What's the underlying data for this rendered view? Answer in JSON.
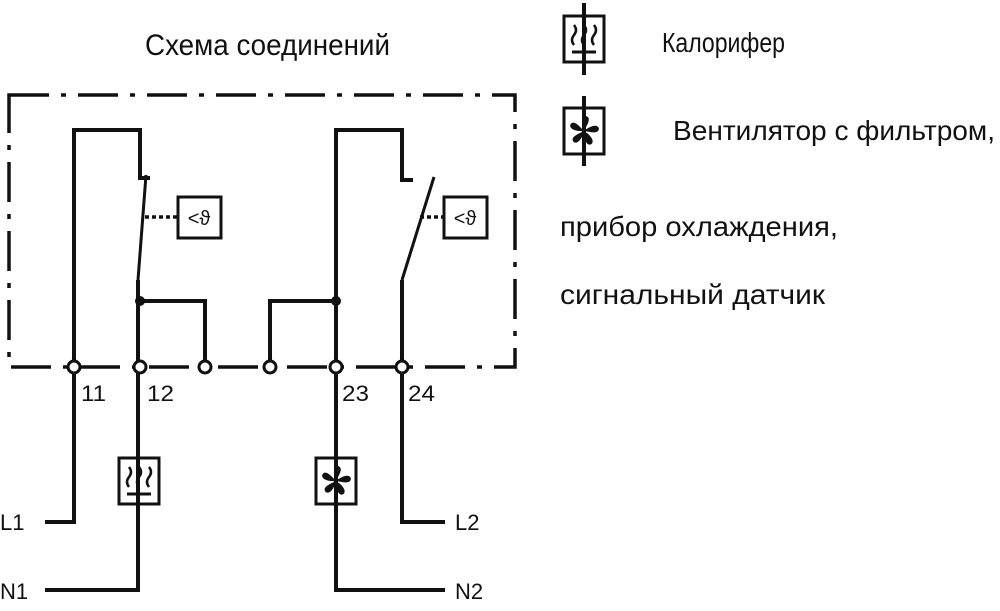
{
  "title": "Схема соединений",
  "legend": [
    {
      "icon": "heater-icon",
      "label": "Калорифер"
    },
    {
      "icon": "fan-icon",
      "label": "Вентилятор с фильтром,",
      "continuation": [
        "прибор охлаждения,",
        "сигнальный датчик"
      ]
    }
  ],
  "terminals": [
    "11",
    "12",
    "23",
    "24"
  ],
  "supply": {
    "l1": "L1",
    "n1": "N1",
    "l2": "L2",
    "n2": "N2"
  },
  "sensor_label": "<ϑ"
}
